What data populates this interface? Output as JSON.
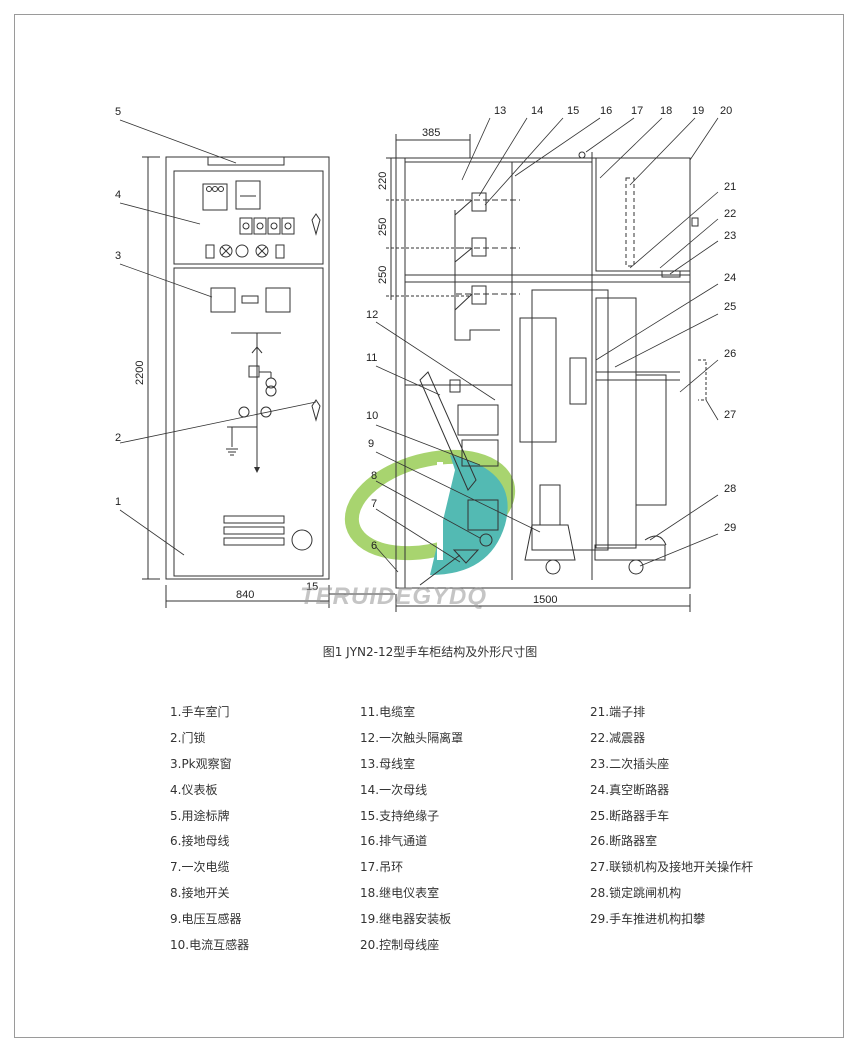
{
  "figure": {
    "caption": "图1 JYN2-12型手车柜结构及外形尺寸图",
    "callouts": [
      "1",
      "2",
      "3",
      "4",
      "5",
      "6",
      "7",
      "8",
      "9",
      "10",
      "11",
      "12",
      "13",
      "14",
      "15",
      "16",
      "17",
      "18",
      "19",
      "20",
      "21",
      "22",
      "23",
      "24",
      "25",
      "26",
      "27",
      "28",
      "29"
    ],
    "dimensions": {
      "height_front": "2200",
      "width_front": "840",
      "gap": "15",
      "depth_side": "1500",
      "top_offset": "385",
      "vert_220": "220",
      "vert_250a": "250",
      "vert_250b": "250"
    },
    "watermark": "TERUIDEGYDQ"
  },
  "legend": {
    "col1": [
      "1.手车室门",
      "2.门锁",
      "3.Pk观察窗",
      "4.仪表板",
      "5.用途标牌",
      "6.接地母线",
      "7.一次电缆",
      "8.接地开关",
      "9.电压互感器",
      "10.电流互感器"
    ],
    "col2": [
      "11.电缆室",
      "12.一次触头隔离罩",
      "13.母线室",
      "14.一次母线",
      "15.支持绝缘子",
      "16.排气通道",
      "17.吊环",
      "18.继电仪表室",
      "19.继电器安装板",
      "20.控制母线座"
    ],
    "col3": [
      "21.端子排",
      "22.减震器",
      "23.二次插头座",
      "24.真空断路器",
      "25.断路器手车",
      "26.断路器室",
      "27.联锁机构及接地开关操作杆",
      "28.锁定跳闸机构",
      "29.手车推进机构扣攀"
    ]
  },
  "colors": {
    "line": "#333333",
    "frame": "#9a9a9a",
    "logo_green": "#8cc63f",
    "logo_teal": "#1aa39a"
  }
}
